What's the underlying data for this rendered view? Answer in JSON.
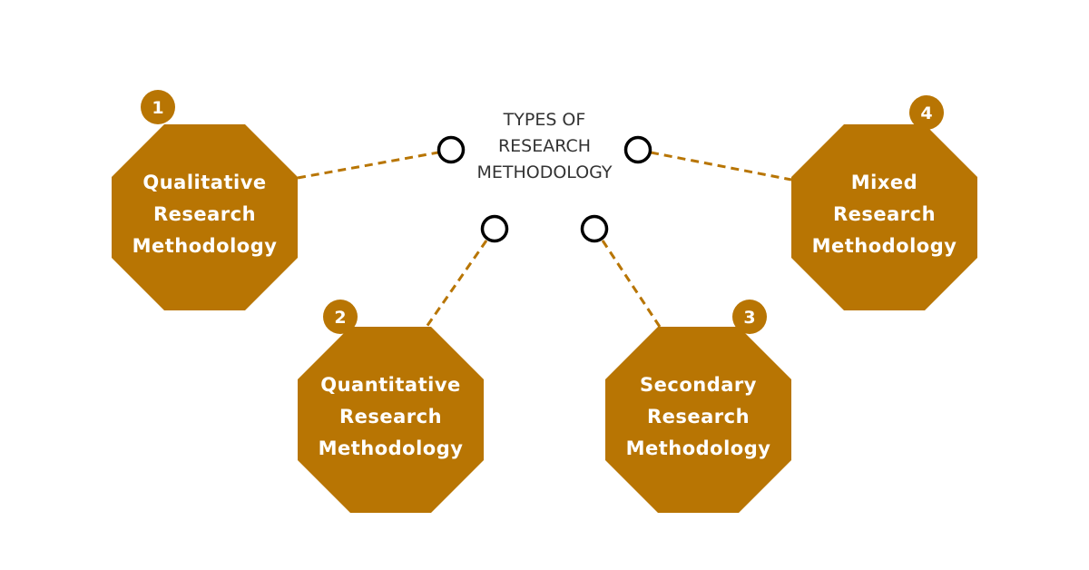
{
  "title": [
    "TYPES OF",
    "RESEARCH",
    "METHODOLOGY"
  ],
  "colors": {
    "accent": "#B87503",
    "ring": "#000000",
    "title": "#333333"
  },
  "items": [
    {
      "number": "1",
      "lines": [
        "Qualitative",
        "Research",
        "Methodology"
      ]
    },
    {
      "number": "2",
      "lines": [
        "Quantitative",
        "Research",
        "Methodology"
      ]
    },
    {
      "number": "3",
      "lines": [
        "Secondary",
        "Research",
        "Methodology"
      ]
    },
    {
      "number": "4",
      "lines": [
        "Mixed",
        "Research",
        "Methodology"
      ]
    }
  ]
}
